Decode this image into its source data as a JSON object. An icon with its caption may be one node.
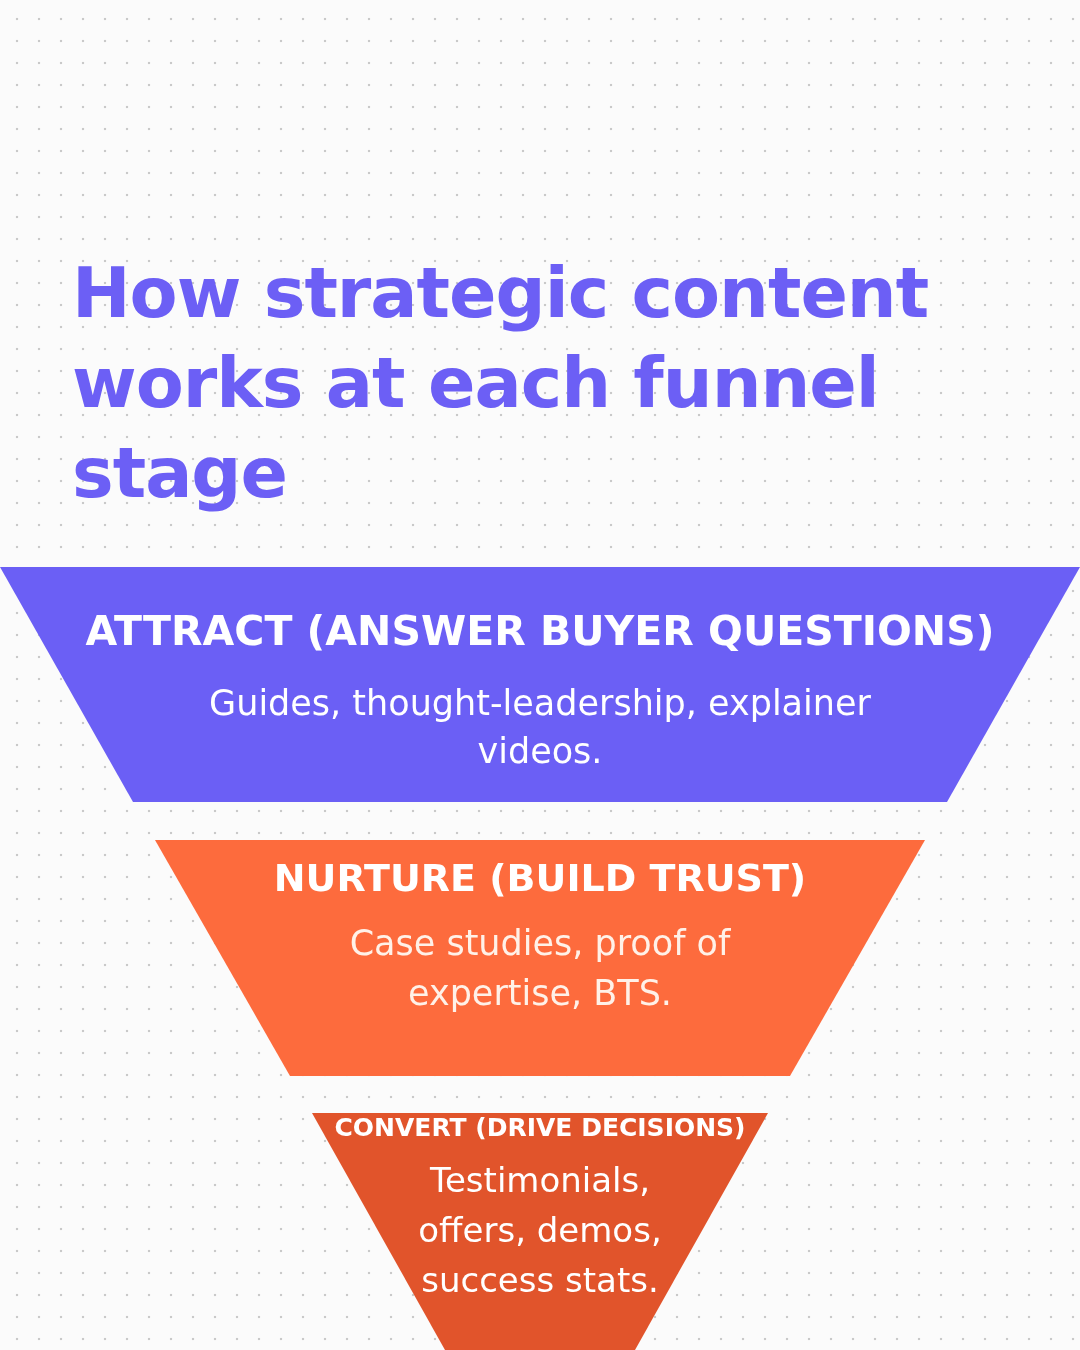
{
  "diagram": {
    "title": "How strategic content works at each funnel stage",
    "nodes": [
      {
        "text": [
          "ATTRACT (ANSWER BUYER QUESTIONS)",
          "Guides, thought-leadership, explainer videos."
        ]
      },
      {
        "text": [
          "NURTURE (BUILD TRUST)",
          "Case studies, proof of expertise, BTS."
        ]
      },
      {
        "text": [
          "CONVERT (DRIVE DECISIONS)",
          "Testimonials, offers, demos, success stats."
        ]
      }
    ]
  }
}
